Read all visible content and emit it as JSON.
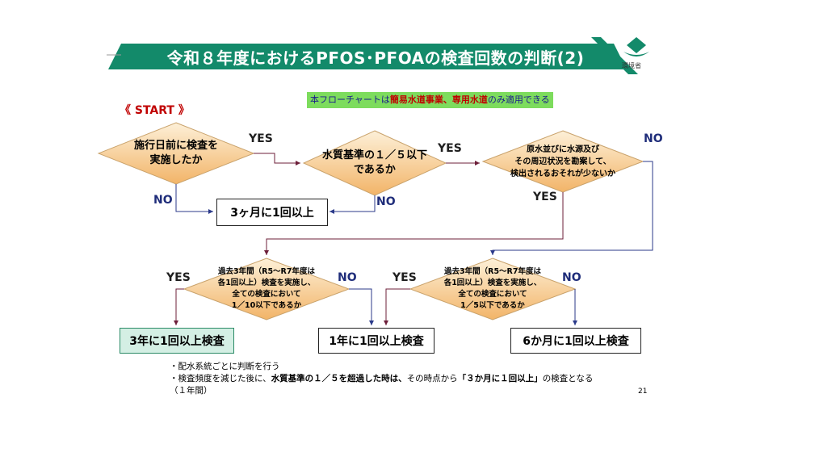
{
  "title": "令和８年度におけるPFOS･PFOAの検査回数の判断(2)",
  "logo": {
    "caption": "環境省"
  },
  "note": {
    "prefix": "本フローチャートは",
    "highlight": "簡易水道事業、専用水道",
    "suffix": "のみ適用できる"
  },
  "start_label": "《 START 》",
  "decisions": {
    "d1": {
      "lines": [
        "施行日前に検査を",
        "実施したか"
      ]
    },
    "d2": {
      "lines": [
        "水質基準の１／５以下",
        "であるか"
      ]
    },
    "d3": {
      "lines": [
        "原水並びに水源及び",
        "その周辺状況を勘案して、",
        "検出されるおそれが少ないか"
      ]
    },
    "d4": {
      "lines": [
        "過去3年間（R5～R7年度は",
        "各1回以上）検査を実施し、",
        "全ての検査において",
        "1／10以下であるか"
      ]
    },
    "d5": {
      "lines": [
        "過去3年間（R5～R7年度は",
        "各1回以上）検査を実施し、",
        "全ての検査において",
        "1／5以下であるか"
      ]
    }
  },
  "labels": {
    "yes": "YES",
    "no": "NO"
  },
  "boxes": {
    "quarterly": "3ヶ月に1回以上",
    "three_year": "3年に1回以上検査",
    "one_year": "1年に1回以上検査",
    "six_month": "6か月に1回以上検査"
  },
  "notes": {
    "line1": "・配水系統ごとに判断を行う",
    "line2_a": "・検査頻度を減じた後に、",
    "line2_b": "水質基準の１／５を超過した時は、",
    "line2_c": "その時点から",
    "line2_d": "「３か月に１回以上」",
    "line2_e": "の検査となる",
    "line3": "（１年間）"
  },
  "page_number": "21",
  "colors": {
    "banner": "#138a6a",
    "diamond_fill_top": "#fbe3bb",
    "diamond_fill_bottom": "#f2b56a",
    "arrow_yes": "#6d1f3a",
    "arrow_no": "#2b3a8a",
    "note_bg": "#7ddc5d"
  }
}
